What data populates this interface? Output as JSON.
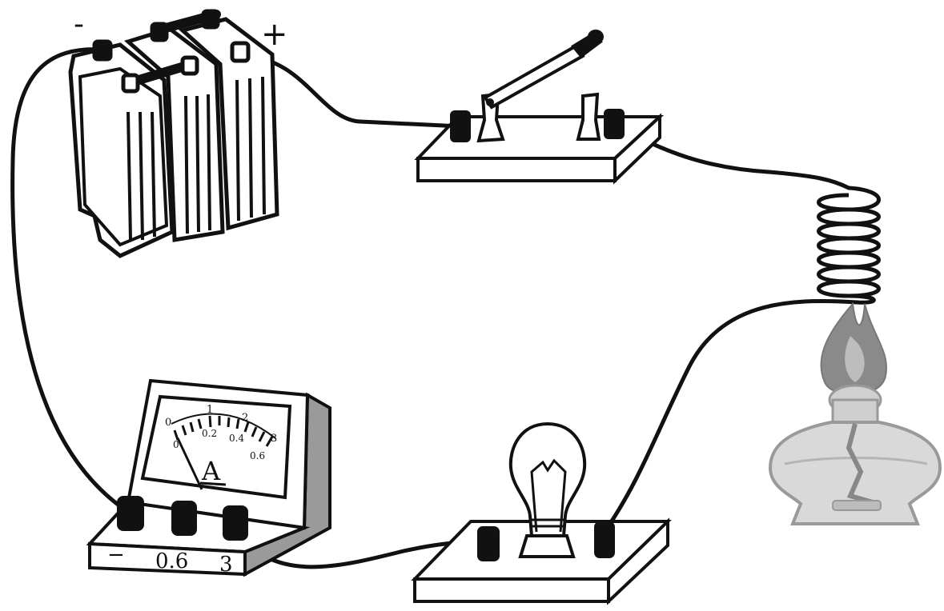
{
  "battery": {
    "neg_label": "-",
    "pos_label": "+"
  },
  "ammeter": {
    "unit": "A",
    "scale_top": [
      "0",
      "1",
      "2",
      "3"
    ],
    "scale_bottom": [
      "0",
      "0.2",
      "0.4",
      "0.6"
    ],
    "terminal_neg": "−",
    "terminal_mid": "0.6",
    "terminal_high": "3"
  },
  "colors": {
    "ink": "#111111",
    "flame": "#8a8a8a",
    "glass": "#d9d9d9",
    "panel": "#9a9a9a"
  }
}
